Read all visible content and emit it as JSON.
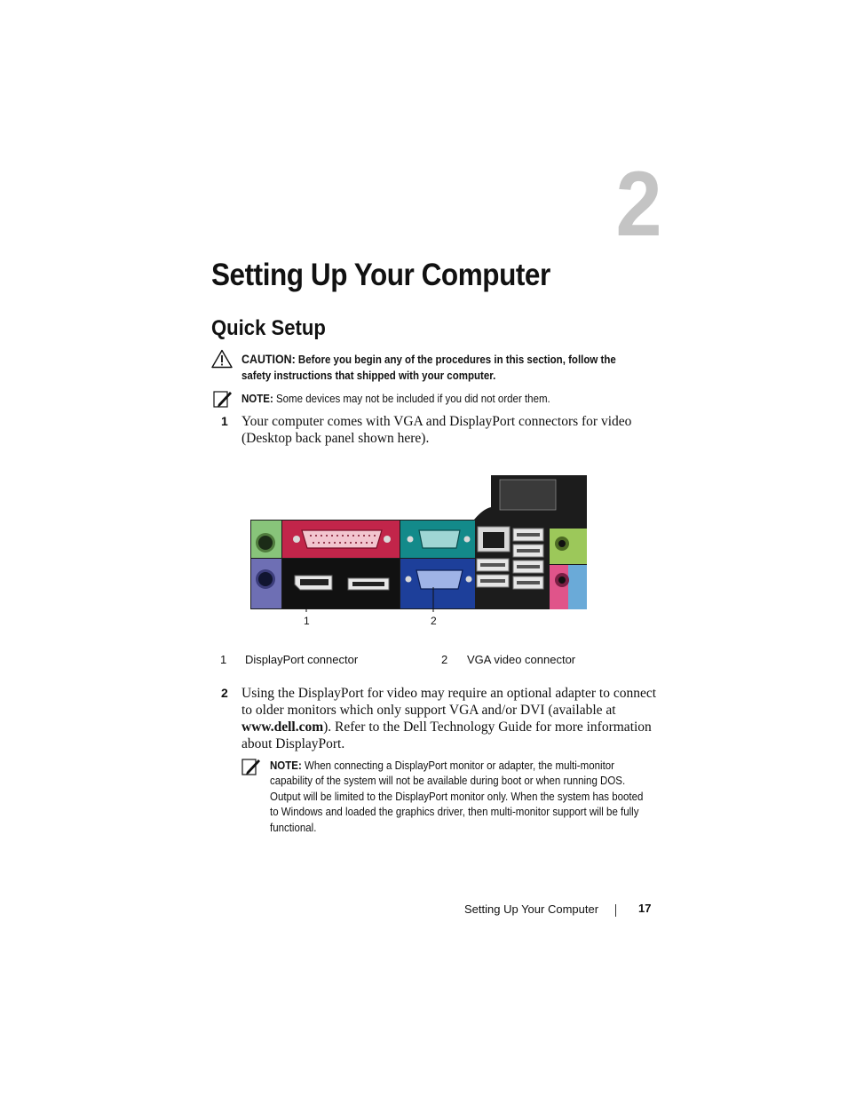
{
  "chapter": {
    "number": "2",
    "title": "Setting Up Your Computer"
  },
  "section": {
    "title": "Quick Setup"
  },
  "caution": {
    "label": "CAUTION:",
    "text": "Before you begin any of the procedures in this section, follow the safety instructions that shipped with your computer."
  },
  "note1": {
    "label": "NOTE:",
    "text": "Some devices may not be included if you did not order them."
  },
  "step1": {
    "number": "1",
    "text": "Your computer comes with VGA and DisplayPort connectors for video (Desktop back panel shown here)."
  },
  "figure": {
    "callouts": [
      "1",
      "2"
    ],
    "legend": [
      {
        "number": "1",
        "label": "DisplayPort connector"
      },
      {
        "number": "2",
        "label": "VGA video connector"
      }
    ],
    "colors": {
      "panel": "#1c1c1c",
      "mouse_port": "#88c47a",
      "keyboard_port": "#6e6fb4",
      "parallel_port": "#c2254a",
      "serial_port": "#138a8a",
      "vga_port": "#1d3f9a",
      "line_out": "#9cc85a",
      "mic_in": "#e0548a",
      "line_in": "#6aaad8"
    }
  },
  "step2": {
    "number": "2",
    "text_before": "Using the DisplayPort for video may require an optional adapter to connect to older monitors which only support VGA and/or DVI (available at ",
    "link": "www.dell.com",
    "text_after": "). Refer to the Dell Technology Guide for more information about DisplayPort."
  },
  "note2": {
    "label": "NOTE:",
    "text": "When connecting a DisplayPort monitor or adapter, the multi-monitor capability of the system will not be available during boot or when running DOS. Output will be limited to the DisplayPort monitor only. When the system has booted to Windows and loaded the graphics driver, then multi-monitor support will be fully functional."
  },
  "footer": {
    "title": "Setting Up Your Computer",
    "page": "17"
  }
}
